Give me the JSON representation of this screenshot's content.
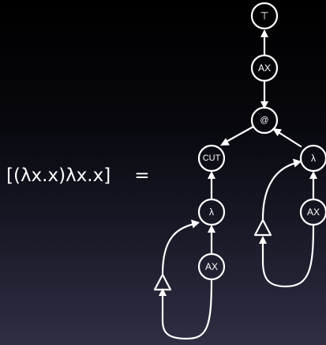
{
  "formula": {
    "lhs": "[(λx.x)λx.x]",
    "equals": "="
  },
  "proof_net": {
    "nodes": [
      {
        "id": "top",
        "label": "⊤"
      },
      {
        "id": "ax-top",
        "label": "AX"
      },
      {
        "id": "app",
        "label": "@"
      },
      {
        "id": "cut",
        "label": "CUT"
      },
      {
        "id": "lambda-right",
        "label": "λ"
      },
      {
        "id": "ax-right",
        "label": "AX"
      },
      {
        "id": "lambda-left",
        "label": "λ"
      },
      {
        "id": "ax-left",
        "label": "AX"
      }
    ]
  }
}
